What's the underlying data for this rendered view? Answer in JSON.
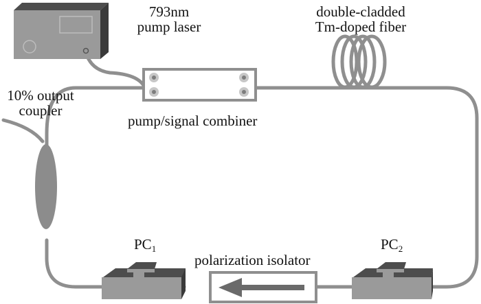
{
  "diagram": {
    "title": "Tm-doped fiber ring laser setup",
    "components": {
      "pump_laser": {
        "label_line1": "793nm",
        "label_line2": "pump laser"
      },
      "combiner": {
        "label": "pump/signal combiner"
      },
      "gain_fiber": {
        "label_line1": "double-cladded",
        "label_line2": "Tm-doped fiber"
      },
      "output_coupler": {
        "label_line1": "10% output",
        "label_line2": "coupler"
      },
      "pc1": {
        "label": "PC",
        "subscript": "1"
      },
      "pc2": {
        "label": "PC",
        "subscript": "2"
      },
      "isolator": {
        "label": "polarization isolator",
        "direction": "left"
      }
    },
    "colors": {
      "fiber": "#8f8f8f",
      "device_light": "#9a9a9a",
      "device_dark": "#4d4d4d",
      "device_mid": "#6e6e6e",
      "text": "#111111",
      "background": "#ffffff"
    }
  }
}
